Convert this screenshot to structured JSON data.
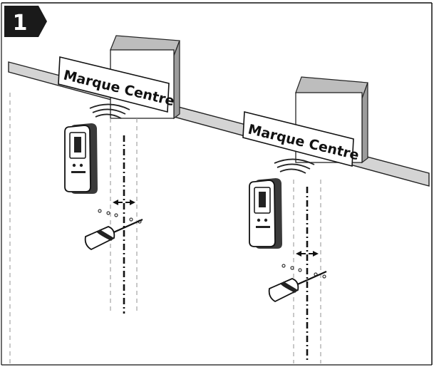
{
  "step": {
    "number": "1"
  },
  "left_sign": {
    "label": "Marque Centre"
  },
  "right_sign": {
    "label": "Marque Centre"
  },
  "colors": {
    "ink": "#111111",
    "badge": "#1a1a1a",
    "paper": "#ffffff",
    "wall": "#cfcfcf"
  },
  "icons": [
    "stud-finder-icon",
    "screwdriver-icon",
    "arrow-icon"
  ]
}
